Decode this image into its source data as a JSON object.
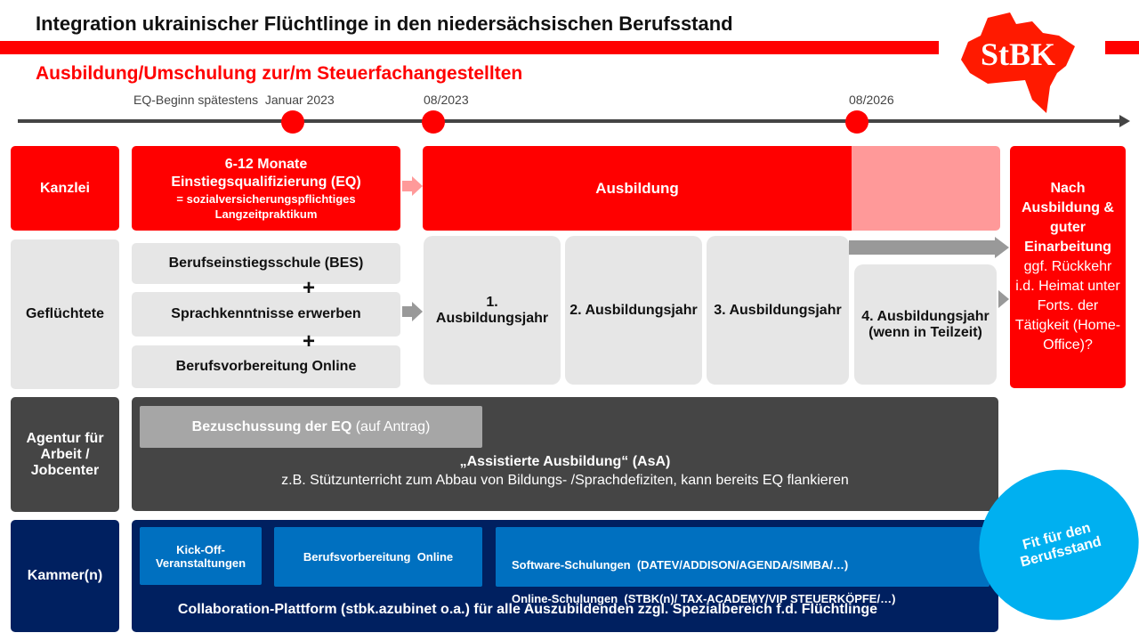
{
  "header": {
    "title": "Integration ukrainischer Flüchtlinge in den niedersächsischen Berufsstand",
    "subtitle": "Ausbildung/Umschulung zur/m Steuerfachangestellten",
    "logo_text": "StBK"
  },
  "timeline": {
    "labels": [
      "EQ-Beginn spätestens  Januar 2023",
      "08/2023",
      "08/2026"
    ]
  },
  "rows": {
    "kanzlei": "Kanzlei",
    "gefluechtete": "Geflüchtete",
    "agentur": "Agentur für Arbeit / Jobcenter",
    "kammer": "Kammer(n)"
  },
  "kanzlei": {
    "eq_title": "6-12 Monate Einstiegsqualifizierung (EQ)",
    "eq_sub": "= sozialversicherungspflichtiges Langzeitpraktikum",
    "ausbildung": "Ausbildung"
  },
  "gefluechtete": {
    "items": [
      "Berufseinstiegsschule (BES)",
      "Sprachkenntnisse erwerben",
      "Berufsvorbereitung Online"
    ],
    "plus": "+",
    "years": [
      "1. Ausbildungsjahr",
      "2. Ausbildungsjahr",
      "3. Ausbildungsjahr",
      "4. Ausbildungsjahr (wenn in Teilzeit)"
    ]
  },
  "after": {
    "bold": "Nach Ausbildung & guter Einarbeitung",
    "rest": "ggf. Rückkehr i.d. Heimat unter Forts. der Tätigkeit (Home-Office)?"
  },
  "agentur": {
    "zuschuss": "Bezuschussung der EQ",
    "zuschuss_note": "(auf Antrag)",
    "asa_title": "„Assistierte Ausbildung“ (AsA)",
    "asa_text": "z.B. Stützunterricht zum Abbau von Bildungs- /Sprachdefiziten, kann bereits EQ flankieren"
  },
  "kammer": {
    "kickoff": "Kick-Off-Veranstaltungen",
    "berufsvorb": "Berufsvorbereitung  Online",
    "software": "Software-Schulungen  (DATEV/ADDISON/AGENDA/SIMBA/…)",
    "online": "Online-Schulungen  (STBK(n)/ TAX-ACADEMY/VIP STEUERKÖPFE/…)",
    "platform": "Collaboration-Plattform (stbk.azubinet o.a.) für alle Auszubildenden zzgl. Spezialbereich f.d. Flüchtlinge"
  },
  "badge": "Fit für den Berufsstand",
  "colors": {
    "red": "#ff0000",
    "navy": "#002060",
    "blue": "#0070c0",
    "cyan": "#00b0f0"
  }
}
